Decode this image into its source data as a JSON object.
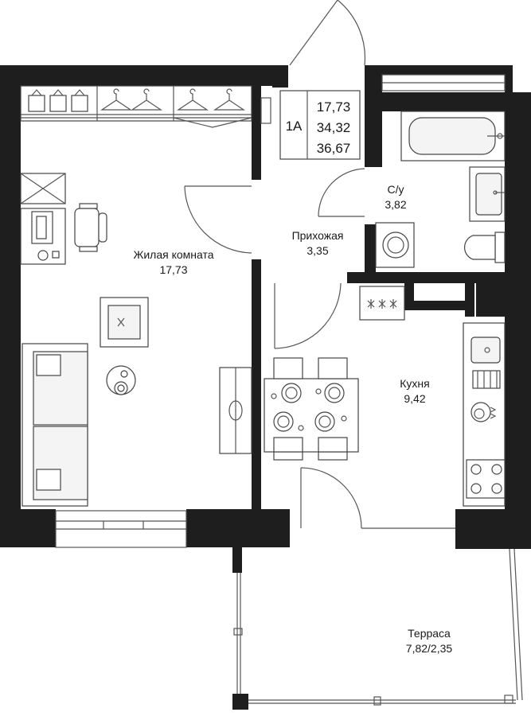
{
  "apartment": {
    "type": "1А",
    "areas": [
      "17,73",
      "34,32",
      "36,67"
    ]
  },
  "rooms": {
    "living": {
      "name": "Жилая комната",
      "area": "17,73"
    },
    "bathroom": {
      "name": "С/у",
      "area": "3,82"
    },
    "hallway": {
      "name": "Прихожая",
      "area": "3,35"
    },
    "kitchen": {
      "name": "Кухня",
      "area": "9,42"
    },
    "terrace": {
      "name": "Терраса",
      "area": "7,82/2,35"
    }
  },
  "colors": {
    "wall": "#1e1e1e",
    "line": "#555555",
    "background": "#ffffff"
  },
  "icons": [
    "hanger-icon",
    "box-icon",
    "stove-icon",
    "sink-icon",
    "toilet-icon",
    "bathtub-icon",
    "washer-icon",
    "plant-icon"
  ]
}
